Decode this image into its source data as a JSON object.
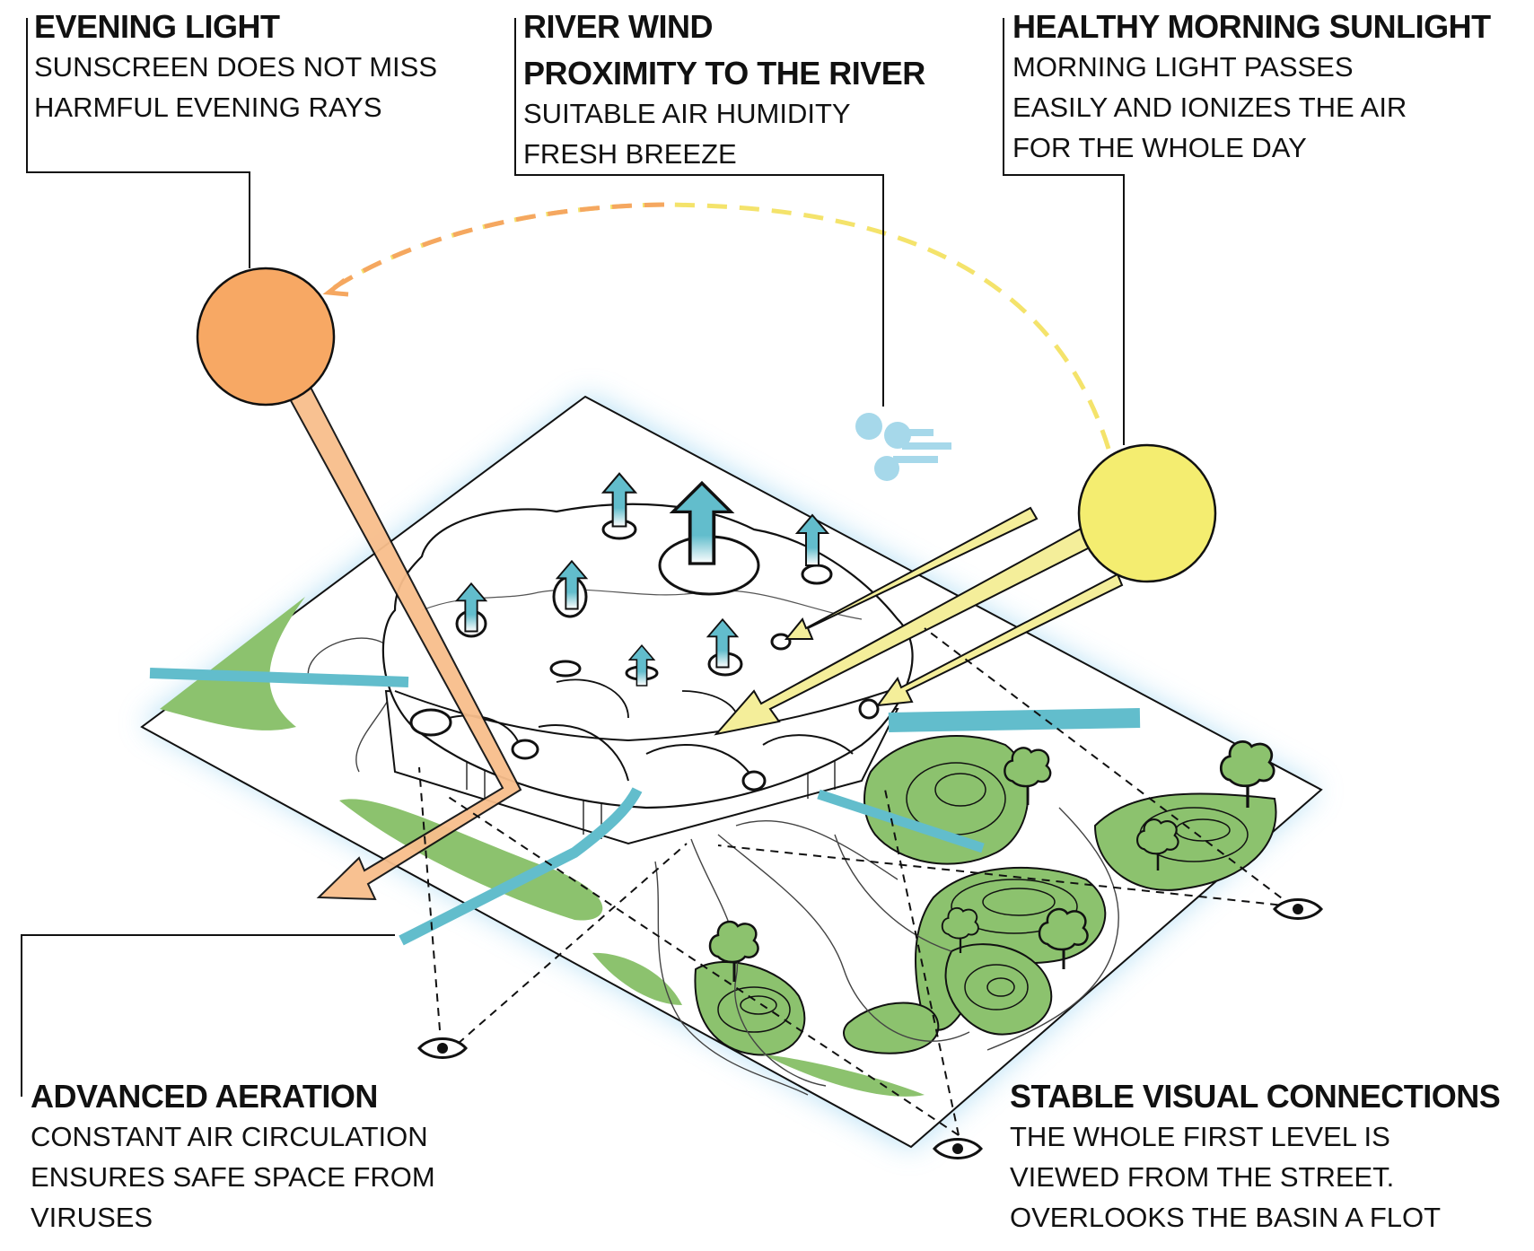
{
  "labels": {
    "evening_light": {
      "title": "EVENING LIGHT",
      "lines": [
        "SUNSCREEN DOES NOT MISS",
        "HARMFUL EVENING RAYS"
      ]
    },
    "river_wind": {
      "title": "RIVER WIND",
      "subtitle": "PROXIMITY TO THE RIVER",
      "lines": [
        "SUITABLE AIR HUMIDITY",
        "FRESH BREEZE"
      ]
    },
    "morning_sunlight": {
      "title": "HEALTHY MORNING SUNLIGHT",
      "lines": [
        "MORNING LIGHT PASSES",
        "EASILY AND IONIZES THE AIR",
        "FOR THE WHOLE DAY"
      ]
    },
    "advanced_aeration": {
      "title": "ADVANCED AERATION",
      "lines": [
        "CONSTANT AIR CIRCULATION",
        "ENSURES SAFE SPACE FROM",
        "VIRUSES"
      ]
    },
    "visual_connections": {
      "title": "STABLE VISUAL CONNECTIONS",
      "lines": [
        "THE WHOLE FIRST LEVEL IS",
        "VIEWED FROM THE STREET.",
        "OVERLOOKS THE BASIN A FLOT"
      ]
    }
  },
  "colors": {
    "evening_sun": "#f7a864",
    "evening_ray": "#f8be8c",
    "morning_sun": "#f4ed70",
    "morning_ray": "#f4ee9a",
    "wind": "#62bdcc",
    "wind_cloud": "#a6d8ea",
    "green": "#8cc26e",
    "glow": "#9fd6f2",
    "ink": "#111111"
  },
  "icons": [
    "sun-evening-icon",
    "sun-morning-icon",
    "wind-icon",
    "eye-icon",
    "tree-icon"
  ]
}
